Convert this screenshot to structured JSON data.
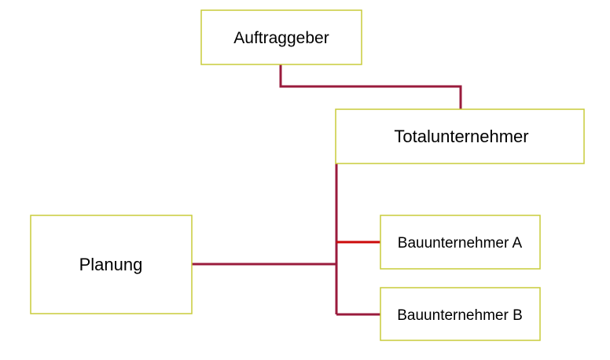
{
  "nodes": {
    "auftraggeber": {
      "label": "Auftraggeber"
    },
    "totalunternehmer": {
      "label": "Totalunternehmer"
    },
    "planung": {
      "label": "Planung"
    },
    "bauunternehmer_a": {
      "label": "Bauunternehmer A"
    },
    "bauunternehmer_b": {
      "label": "Bauunternehmer B"
    }
  },
  "colors": {
    "box_border": "#c8cc3a",
    "connector": "#9a1b3c",
    "connector_highlight": "#cc0a0a"
  }
}
